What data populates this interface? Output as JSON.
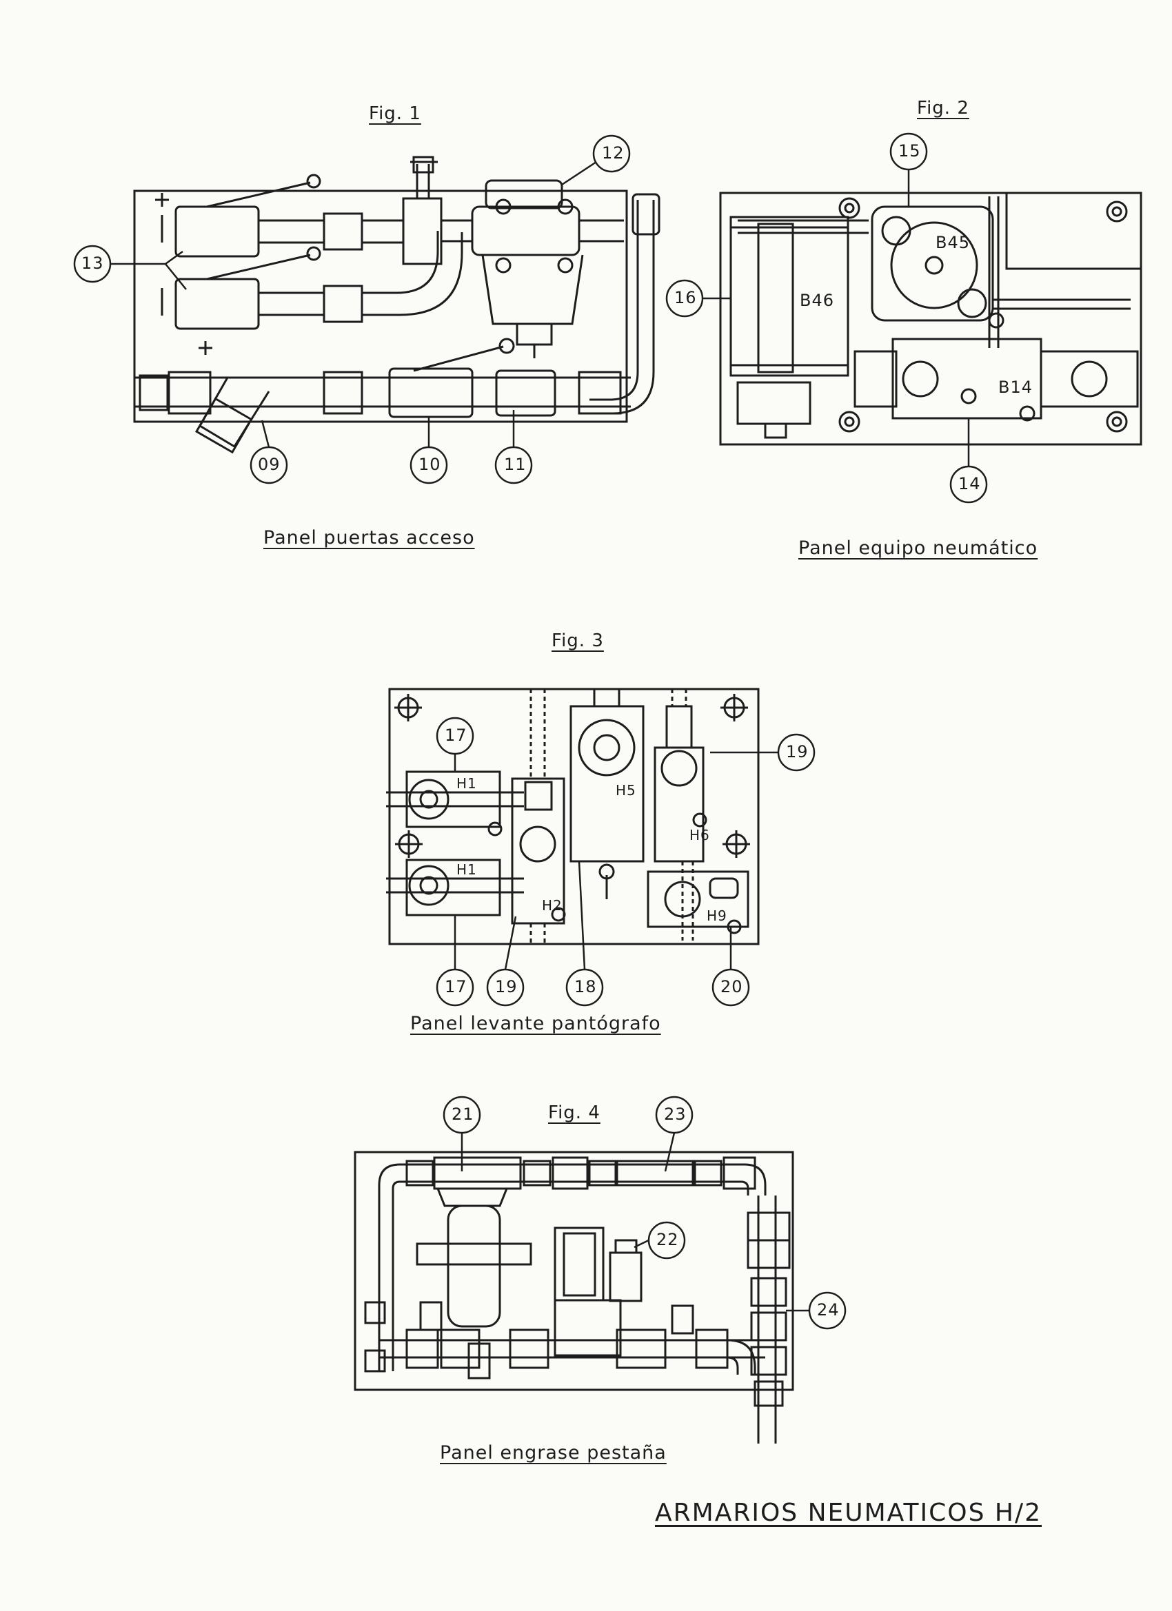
{
  "figures": [
    {
      "label": "Fig. 1",
      "caption": "Panel puertas acceso",
      "callouts": [
        "12",
        "13",
        "09",
        "10",
        "11"
      ]
    },
    {
      "label": "Fig. 2",
      "caption": "Panel equipo neumático",
      "callouts": [
        "15",
        "16",
        "14"
      ],
      "component_labels": [
        "B45",
        "B46",
        "B14"
      ]
    },
    {
      "label": "Fig. 3",
      "caption": "Panel levante pantógrafo",
      "callouts": [
        "17",
        "19",
        "17",
        "19",
        "18",
        "20"
      ],
      "component_labels": [
        "H1",
        "H1",
        "H5",
        "H6",
        "H2",
        "H9"
      ]
    },
    {
      "label": "Fig. 4",
      "caption": "Panel engrase pestaña",
      "callouts": [
        "21",
        "23",
        "22",
        "24"
      ]
    }
  ],
  "sheet_title": "ARMARIOS NEUMATICOS H/2",
  "ink_color": "#1d1d1d",
  "paper_color": "#fbfbf8"
}
